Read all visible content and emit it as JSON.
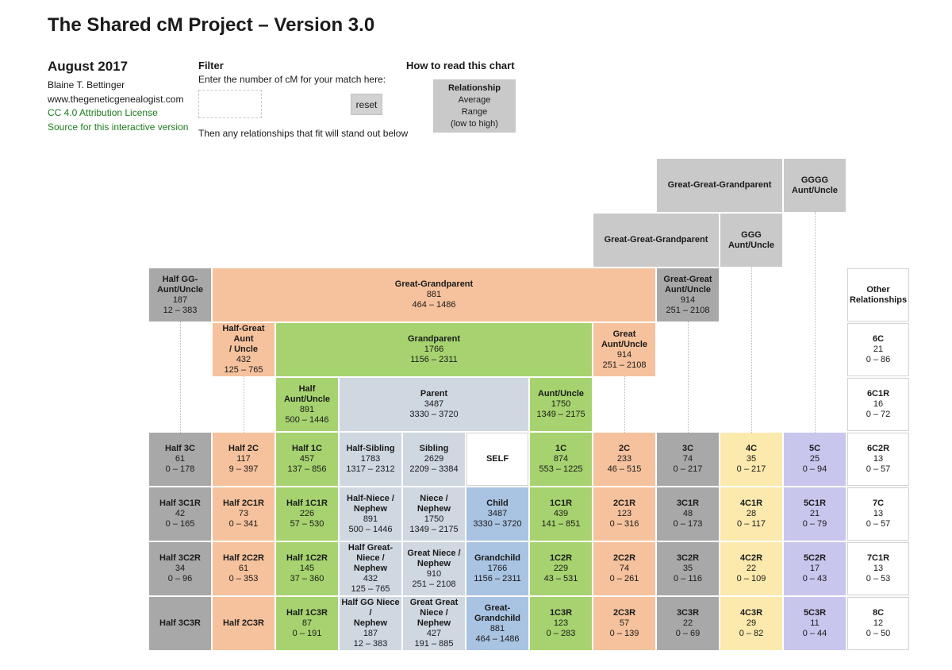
{
  "header": {
    "title": "The Shared cM Project – Version 3.0",
    "date": "August 2017",
    "author": "Blaine T. Bettinger",
    "website": "www.thegeneticgenealogist.com",
    "license_link": "CC 4.0 Attribution License",
    "source_link": "Source for this interactive version"
  },
  "filter": {
    "heading": "Filter",
    "instruction": "Enter the number of cM for your match here:",
    "input_value": "",
    "reset_label": "reset",
    "note": "Then any relationships that fit will stand out below"
  },
  "legend": {
    "heading": "How to read this chart",
    "line1": "Relationship",
    "line2": "Average",
    "line3": "Range",
    "line4": "(low to high)"
  },
  "colors": {
    "gray": "#a8a8a8",
    "lightgray": "#c9c9c9",
    "orange": "#f5c29d",
    "green": "#a6d36f",
    "bluegray": "#cfd7e1",
    "blue": "#a9c3e2",
    "yellow": "#fbe9ae",
    "purple": "#c9c6ee",
    "white": "#ffffff",
    "link_green": "#1e7b1e"
  },
  "chart": {
    "boxes": [
      {
        "label": "Great-Great-Grandparent",
        "color": "lightgray",
        "col": 8,
        "row": 0,
        "colspan": 2
      },
      {
        "label": "GGGG\nAunt/Uncle",
        "color": "lightgray",
        "col": 10,
        "row": 0
      },
      {
        "label": "Great-Great-Grandparent",
        "color": "lightgray",
        "col": 7,
        "row": 1,
        "colspan": 2
      },
      {
        "label": "GGG\nAunt/Uncle",
        "color": "lightgray",
        "col": 9,
        "row": 1
      },
      {
        "label": "Half GG-\nAunt/Uncle",
        "avg": "187",
        "range": "12 – 383",
        "color": "gray",
        "col": 0,
        "row": 2
      },
      {
        "label": "Great-Grandparent",
        "avg": "881",
        "range": "464 – 1486",
        "color": "orange",
        "col": 1,
        "row": 2,
        "colspan": 7
      },
      {
        "label": "Great-Great\nAunt/Uncle",
        "avg": "914",
        "range": "251 – 2108",
        "color": "gray",
        "col": 8,
        "row": 2
      },
      {
        "label": "Other\nRelationships",
        "color": "white",
        "col": 11,
        "row": 2
      },
      {
        "label": "Half-Great Aunt\n/ Uncle",
        "avg": "432",
        "range": "125 – 765",
        "color": "orange",
        "col": 1,
        "row": 3
      },
      {
        "label": "Grandparent",
        "avg": "1766",
        "range": "1156 – 2311",
        "color": "green",
        "col": 2,
        "row": 3,
        "colspan": 5
      },
      {
        "label": "Great\nAunt/Uncle",
        "avg": "914",
        "range": "251 – 2108",
        "color": "orange",
        "col": 7,
        "row": 3
      },
      {
        "label": "6C",
        "avg": "21",
        "range": "0 – 86",
        "color": "white",
        "col": 11,
        "row": 3
      },
      {
        "label": "Half\nAunt/Uncle",
        "avg": "891",
        "range": "500 – 1446",
        "color": "green",
        "col": 2,
        "row": 4
      },
      {
        "label": "Parent",
        "avg": "3487",
        "range": "3330 – 3720",
        "color": "bluegray",
        "col": 3,
        "row": 4,
        "colspan": 3
      },
      {
        "label": "Aunt/Uncle",
        "avg": "1750",
        "range": "1349 – 2175",
        "color": "green",
        "col": 6,
        "row": 4
      },
      {
        "label": "6C1R",
        "avg": "16",
        "range": "0 – 72",
        "color": "white",
        "col": 11,
        "row": 4
      },
      {
        "label": "Half 3C",
        "avg": "61",
        "range": "0 – 178",
        "color": "gray",
        "col": 0,
        "row": 5
      },
      {
        "label": "Half 2C",
        "avg": "117",
        "range": "9 – 397",
        "color": "orange",
        "col": 1,
        "row": 5
      },
      {
        "label": "Half 1C",
        "avg": "457",
        "range": "137 – 856",
        "color": "green",
        "col": 2,
        "row": 5
      },
      {
        "label": "Half-Sibling",
        "avg": "1783",
        "range": "1317 – 2312",
        "color": "bluegray",
        "col": 3,
        "row": 5
      },
      {
        "label": "Sibling",
        "avg": "2629",
        "range": "2209 – 3384",
        "color": "bluegray",
        "col": 4,
        "row": 5
      },
      {
        "label": "SELF",
        "color": "white",
        "col": 5,
        "row": 5
      },
      {
        "label": "1C",
        "avg": "874",
        "range": "553 – 1225",
        "color": "green",
        "col": 6,
        "row": 5
      },
      {
        "label": "2C",
        "avg": "233",
        "range": "46 – 515",
        "color": "orange",
        "col": 7,
        "row": 5
      },
      {
        "label": "3C",
        "avg": "74",
        "range": "0 – 217",
        "color": "gray",
        "col": 8,
        "row": 5
      },
      {
        "label": "4C",
        "avg": "35",
        "range": "0 – 217",
        "color": "yellow",
        "col": 9,
        "row": 5
      },
      {
        "label": "5C",
        "avg": "25",
        "range": "0 – 94",
        "color": "purple",
        "col": 10,
        "row": 5
      },
      {
        "label": "6C2R",
        "avg": "13",
        "range": "0 – 57",
        "color": "white",
        "col": 11,
        "row": 5
      },
      {
        "label": "Half 3C1R",
        "avg": "42",
        "range": "0 – 165",
        "color": "gray",
        "col": 0,
        "row": 6
      },
      {
        "label": "Half 2C1R",
        "avg": "73",
        "range": "0 – 341",
        "color": "orange",
        "col": 1,
        "row": 6
      },
      {
        "label": "Half 1C1R",
        "avg": "226",
        "range": "57 – 530",
        "color": "green",
        "col": 2,
        "row": 6
      },
      {
        "label": "Half-Niece /\nNephew",
        "avg": "891",
        "range": "500 – 1446",
        "color": "bluegray",
        "col": 3,
        "row": 6
      },
      {
        "label": "Niece /\nNephew",
        "avg": "1750",
        "range": "1349 – 2175",
        "color": "bluegray",
        "col": 4,
        "row": 6
      },
      {
        "label": "Child",
        "avg": "3487",
        "range": "3330 – 3720",
        "color": "blue",
        "col": 5,
        "row": 6
      },
      {
        "label": "1C1R",
        "avg": "439",
        "range": "141 – 851",
        "color": "green",
        "col": 6,
        "row": 6
      },
      {
        "label": "2C1R",
        "avg": "123",
        "range": "0 – 316",
        "color": "orange",
        "col": 7,
        "row": 6
      },
      {
        "label": "3C1R",
        "avg": "48",
        "range": "0 – 173",
        "color": "gray",
        "col": 8,
        "row": 6
      },
      {
        "label": "4C1R",
        "avg": "28",
        "range": "0 – 117",
        "color": "yellow",
        "col": 9,
        "row": 6
      },
      {
        "label": "5C1R",
        "avg": "21",
        "range": "0 – 79",
        "color": "purple",
        "col": 10,
        "row": 6
      },
      {
        "label": "7C",
        "avg": "13",
        "range": "0 – 57",
        "color": "white",
        "col": 11,
        "row": 6
      },
      {
        "label": "Half 3C2R",
        "avg": "34",
        "range": "0 – 96",
        "color": "gray",
        "col": 0,
        "row": 7
      },
      {
        "label": "Half 2C2R",
        "avg": "61",
        "range": "0 – 353",
        "color": "orange",
        "col": 1,
        "row": 7
      },
      {
        "label": "Half 1C2R",
        "avg": "145",
        "range": "37 – 360",
        "color": "green",
        "col": 2,
        "row": 7
      },
      {
        "label": "Half Great-\nNiece /\nNephew",
        "avg": "432",
        "range": "125 – 765",
        "color": "bluegray",
        "col": 3,
        "row": 7
      },
      {
        "label": "Great Niece /\nNephew",
        "avg": "910",
        "range": "251 – 2108",
        "color": "bluegray",
        "col": 4,
        "row": 7
      },
      {
        "label": "Grandchild",
        "avg": "1766",
        "range": "1156 – 2311",
        "color": "blue",
        "col": 5,
        "row": 7
      },
      {
        "label": "1C2R",
        "avg": "229",
        "range": "43 – 531",
        "color": "green",
        "col": 6,
        "row": 7
      },
      {
        "label": "2C2R",
        "avg": "74",
        "range": "0 – 261",
        "color": "orange",
        "col": 7,
        "row": 7
      },
      {
        "label": "3C2R",
        "avg": "35",
        "range": "0 – 116",
        "color": "gray",
        "col": 8,
        "row": 7
      },
      {
        "label": "4C2R",
        "avg": "22",
        "range": "0 – 109",
        "color": "yellow",
        "col": 9,
        "row": 7
      },
      {
        "label": "5C2R",
        "avg": "17",
        "range": "0 – 43",
        "color": "purple",
        "col": 10,
        "row": 7
      },
      {
        "label": "7C1R",
        "avg": "13",
        "range": "0 – 53",
        "color": "white",
        "col": 11,
        "row": 7
      },
      {
        "label": "Half 3C3R",
        "color": "gray",
        "col": 0,
        "row": 8
      },
      {
        "label": "Half 2C3R",
        "color": "orange",
        "col": 1,
        "row": 8
      },
      {
        "label": "Half 1C3R",
        "avg": "87",
        "range": "0 – 191",
        "color": "green",
        "col": 2,
        "row": 8
      },
      {
        "label": "Half GG Niece /\nNephew",
        "avg": "187",
        "range": "12 – 383",
        "color": "bluegray",
        "col": 3,
        "row": 8
      },
      {
        "label": "Great Great\nNiece /\nNephew",
        "avg": "427",
        "range": "191 – 885",
        "color": "bluegray",
        "col": 4,
        "row": 8
      },
      {
        "label": "Great-\nGrandchild",
        "avg": "881",
        "range": "464 – 1486",
        "color": "blue",
        "col": 5,
        "row": 8
      },
      {
        "label": "1C3R",
        "avg": "123",
        "range": "0 – 283",
        "color": "green",
        "col": 6,
        "row": 8
      },
      {
        "label": "2C3R",
        "avg": "57",
        "range": "0 – 139",
        "color": "orange",
        "col": 7,
        "row": 8
      },
      {
        "label": "3C3R",
        "avg": "22",
        "range": "0 – 69",
        "color": "gray",
        "col": 8,
        "row": 8
      },
      {
        "label": "4C3R",
        "avg": "29",
        "range": "0 – 82",
        "color": "yellow",
        "col": 9,
        "row": 8
      },
      {
        "label": "5C3R",
        "avg": "11",
        "range": "0 – 44",
        "color": "purple",
        "col": 10,
        "row": 8
      },
      {
        "label": "8C",
        "avg": "12",
        "range": "0 – 50",
        "color": "white",
        "col": 11,
        "row": 8
      }
    ],
    "connectors": [
      {
        "col": 0,
        "from": 2,
        "to": 5
      },
      {
        "col": 1,
        "from": 3,
        "to": 5
      },
      {
        "col": 7,
        "from": 3,
        "to": 5
      },
      {
        "col": 8,
        "from": 2,
        "to": 5
      },
      {
        "col": 9,
        "from": 1,
        "to": 5
      },
      {
        "col": 10,
        "from": 0,
        "to": 5
      }
    ]
  }
}
